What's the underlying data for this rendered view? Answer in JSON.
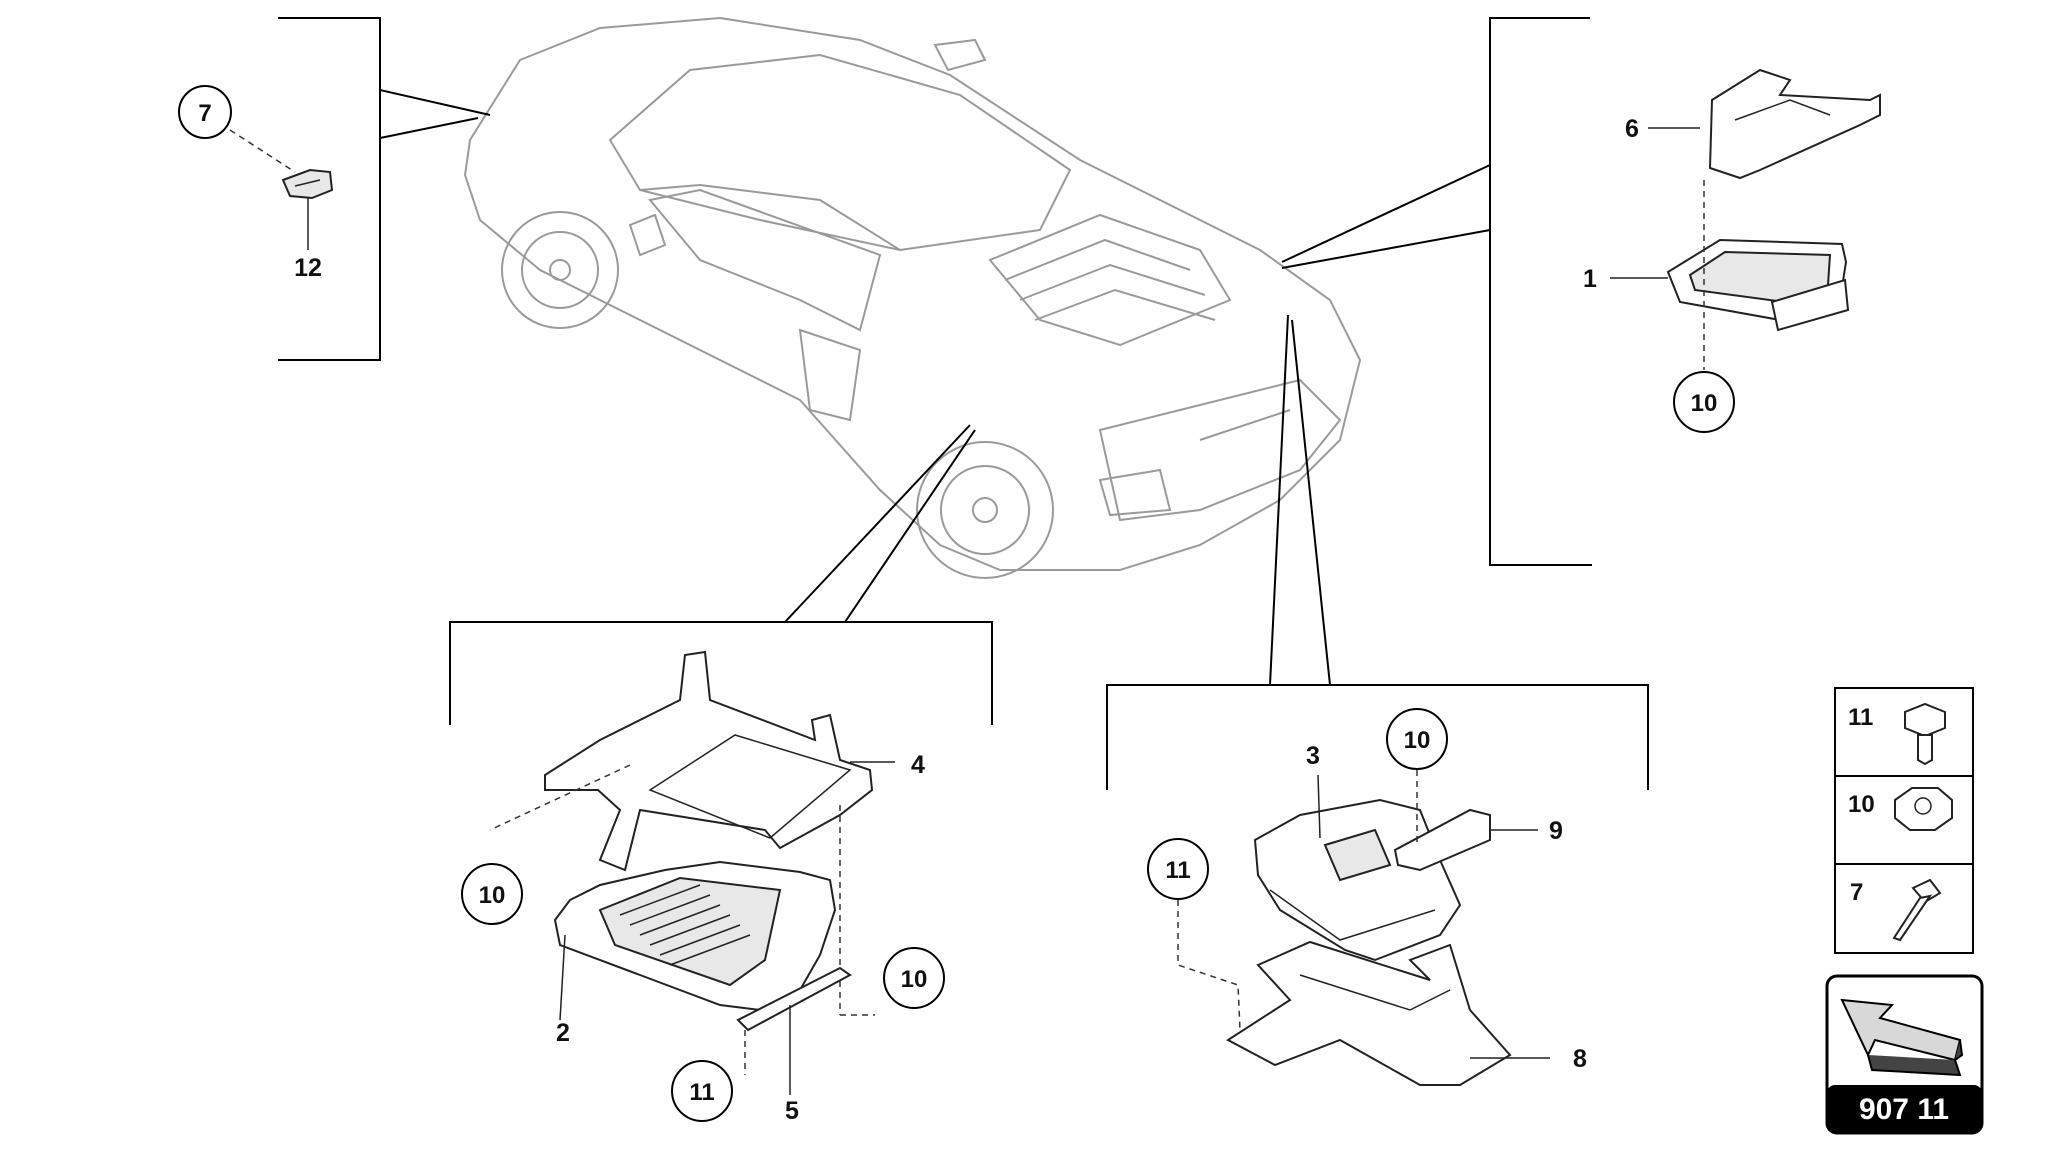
{
  "callouts": [
    {
      "id": "c7a",
      "text": "7",
      "circled": true
    },
    {
      "id": "c12",
      "text": "12",
      "circled": false
    },
    {
      "id": "c6",
      "text": "6",
      "circled": false
    },
    {
      "id": "c1",
      "text": "1",
      "circled": false
    },
    {
      "id": "c10a",
      "text": "10",
      "circled": true
    },
    {
      "id": "c4",
      "text": "4",
      "circled": false
    },
    {
      "id": "c10b",
      "text": "10",
      "circled": true
    },
    {
      "id": "c2",
      "text": "2",
      "circled": false
    },
    {
      "id": "c10c",
      "text": "10",
      "circled": true
    },
    {
      "id": "c11a",
      "text": "11",
      "circled": true
    },
    {
      "id": "c5",
      "text": "5",
      "circled": false
    },
    {
      "id": "c3",
      "text": "3",
      "circled": false
    },
    {
      "id": "c10d",
      "text": "10",
      "circled": true
    },
    {
      "id": "c9",
      "text": "9",
      "circled": false
    },
    {
      "id": "c11b",
      "text": "11",
      "circled": true
    },
    {
      "id": "c8",
      "text": "8",
      "circled": false
    }
  ],
  "hardware_legend": [
    {
      "number": "11",
      "part": "bolt"
    },
    {
      "number": "10",
      "part": "nut"
    },
    {
      "number": "7",
      "part": "screw"
    }
  ],
  "diagram_code": "907 11",
  "colors": {
    "line": "#000000",
    "car_outline": "#9a9a9a",
    "code_box": "#000000",
    "code_text": "#ffffff"
  }
}
